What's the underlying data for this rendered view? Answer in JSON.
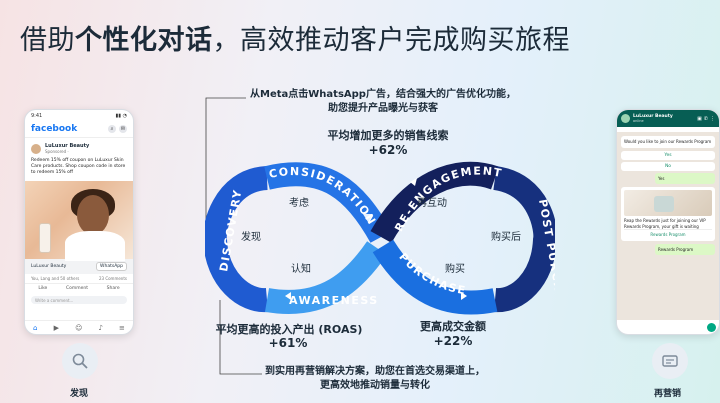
{
  "title": {
    "normal": "借助",
    "bold": "个性化对话",
    "rest": "，高效推动客户完成购买旅程"
  },
  "top_note": {
    "line1": "从Meta点击WhatsApp广告，结合强大的广告优化功能，",
    "line2": "助您提升产品曝光与获客"
  },
  "stats": {
    "leads_label": "平均增加更多的销售线索",
    "leads_value": "+62%",
    "roas_label": "平均更高的投入产出 (ROAS)",
    "roas_value": "+61%",
    "conv_label": "更高成交金额",
    "conv_value": "+22%"
  },
  "bottom_note": {
    "line1": "到实用再营销解决方案，助您在首选交易渠道上，",
    "line2": "更高效地推动销量与转化"
  },
  "loop": {
    "discovery": "DISCOVERY",
    "consideration": "CONSIDERATION",
    "awareness": "AWARENESS",
    "purchase": "PURCHASE",
    "re_engagement": "RE-ENGAGEMENT",
    "post_purchase": "POST PURCHASE",
    "cn_discovery": "发现",
    "cn_consideration": "考虑",
    "cn_awareness": "认知",
    "cn_purchase": "购买",
    "cn_reengage": "再互动",
    "cn_post": "购买后"
  },
  "fb_phone": {
    "time": "9:41",
    "logo": "facebook",
    "page_name": "LuLuxur Beauty",
    "sponsored": "Sponsored ·",
    "post_text": "Redeem 15% off coupon on LuLuxur Skin Care products. Shop coupon code in store to redeem 15% off",
    "cta_source": "LuLuxur Beauty",
    "cta_button": "WhatsApp",
    "reactions": "You, Lang and 50 others",
    "comments": "23 Comments",
    "like": "Like",
    "comment": "Comment",
    "share": "Share",
    "write_comment": "Write a comment..."
  },
  "wa_phone": {
    "name": "LuLuxur Beauty",
    "status": "online",
    "msg1": "Would you like to join our Rewards Program",
    "btn_yes": "Yes",
    "btn_no": "No",
    "reply": "Yes",
    "msg2": "Reap the Rewards just for joining our VIP Rewards Program, your gift is waiting",
    "link": "Rewards Program",
    "reply2": "Rewards Program"
  },
  "bottom_labels": {
    "left": "发现",
    "right": "再营销"
  },
  "colors": {
    "dark_navy": "#13205c",
    "mid_blue": "#1f5bd1",
    "light_blue": "#3f9df0",
    "bright_blue": "#1a6fe0"
  }
}
